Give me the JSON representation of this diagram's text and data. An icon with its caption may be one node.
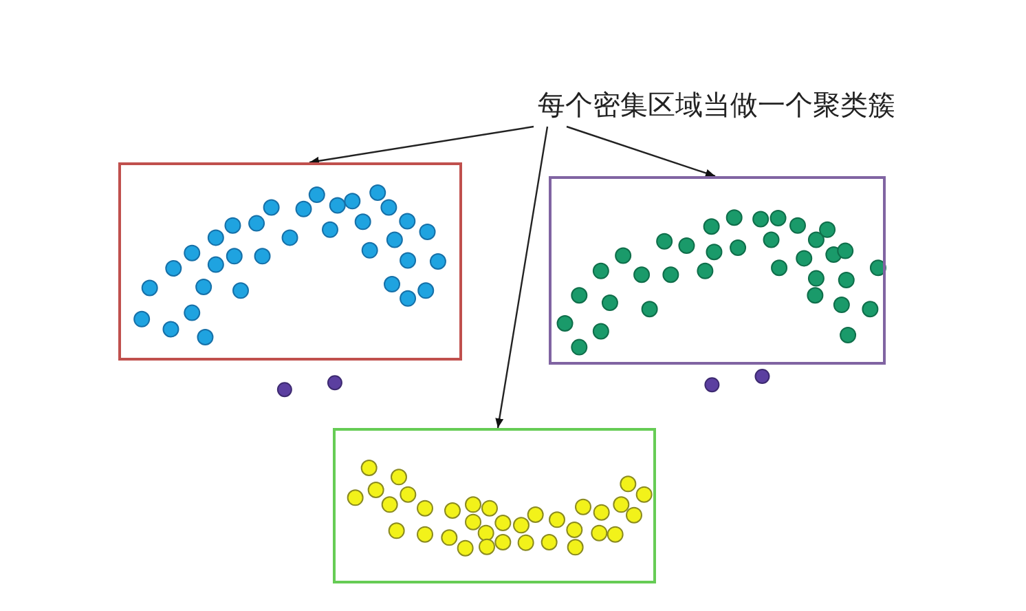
{
  "diagram": {
    "nodes": [
      {
        "text": [
          "每个密集区域当做一个聚类簇"
        ]
      },
      {
        "text": [],
        "shape": "box"
      },
      {
        "text": [],
        "shape": "box"
      },
      {
        "text": [],
        "shape": "box"
      }
    ],
    "edges": [
      {
        "from": 0,
        "to": 1,
        "arrow": "to"
      },
      {
        "from": 0,
        "to": 2,
        "arrow": "to"
      },
      {
        "from": 0,
        "to": 3,
        "arrow": "to"
      }
    ]
  }
}
